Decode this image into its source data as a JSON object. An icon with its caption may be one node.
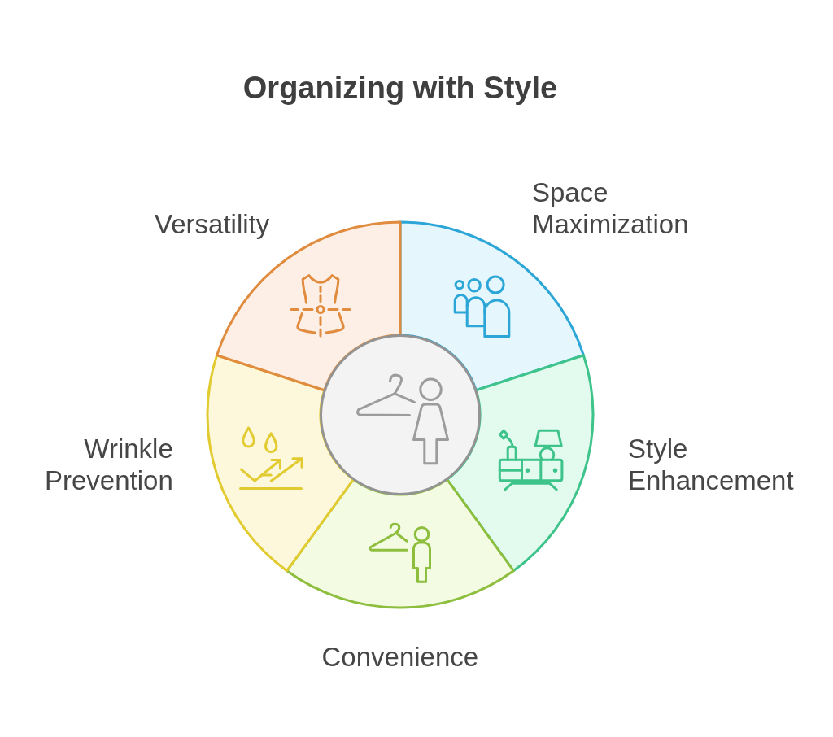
{
  "diagram": {
    "title": "Organizing with Style",
    "nodes": [
      {
        "text": [
          "Space Maximization"
        ]
      },
      {
        "text": [
          "Style Enhancement"
        ]
      },
      {
        "text": [
          "Convenience"
        ]
      },
      {
        "text": [
          "Wrinkle Prevention"
        ]
      },
      {
        "text": [
          "Versatility"
        ]
      },
      {
        "text": [],
        "shape": "circle"
      }
    ]
  }
}
